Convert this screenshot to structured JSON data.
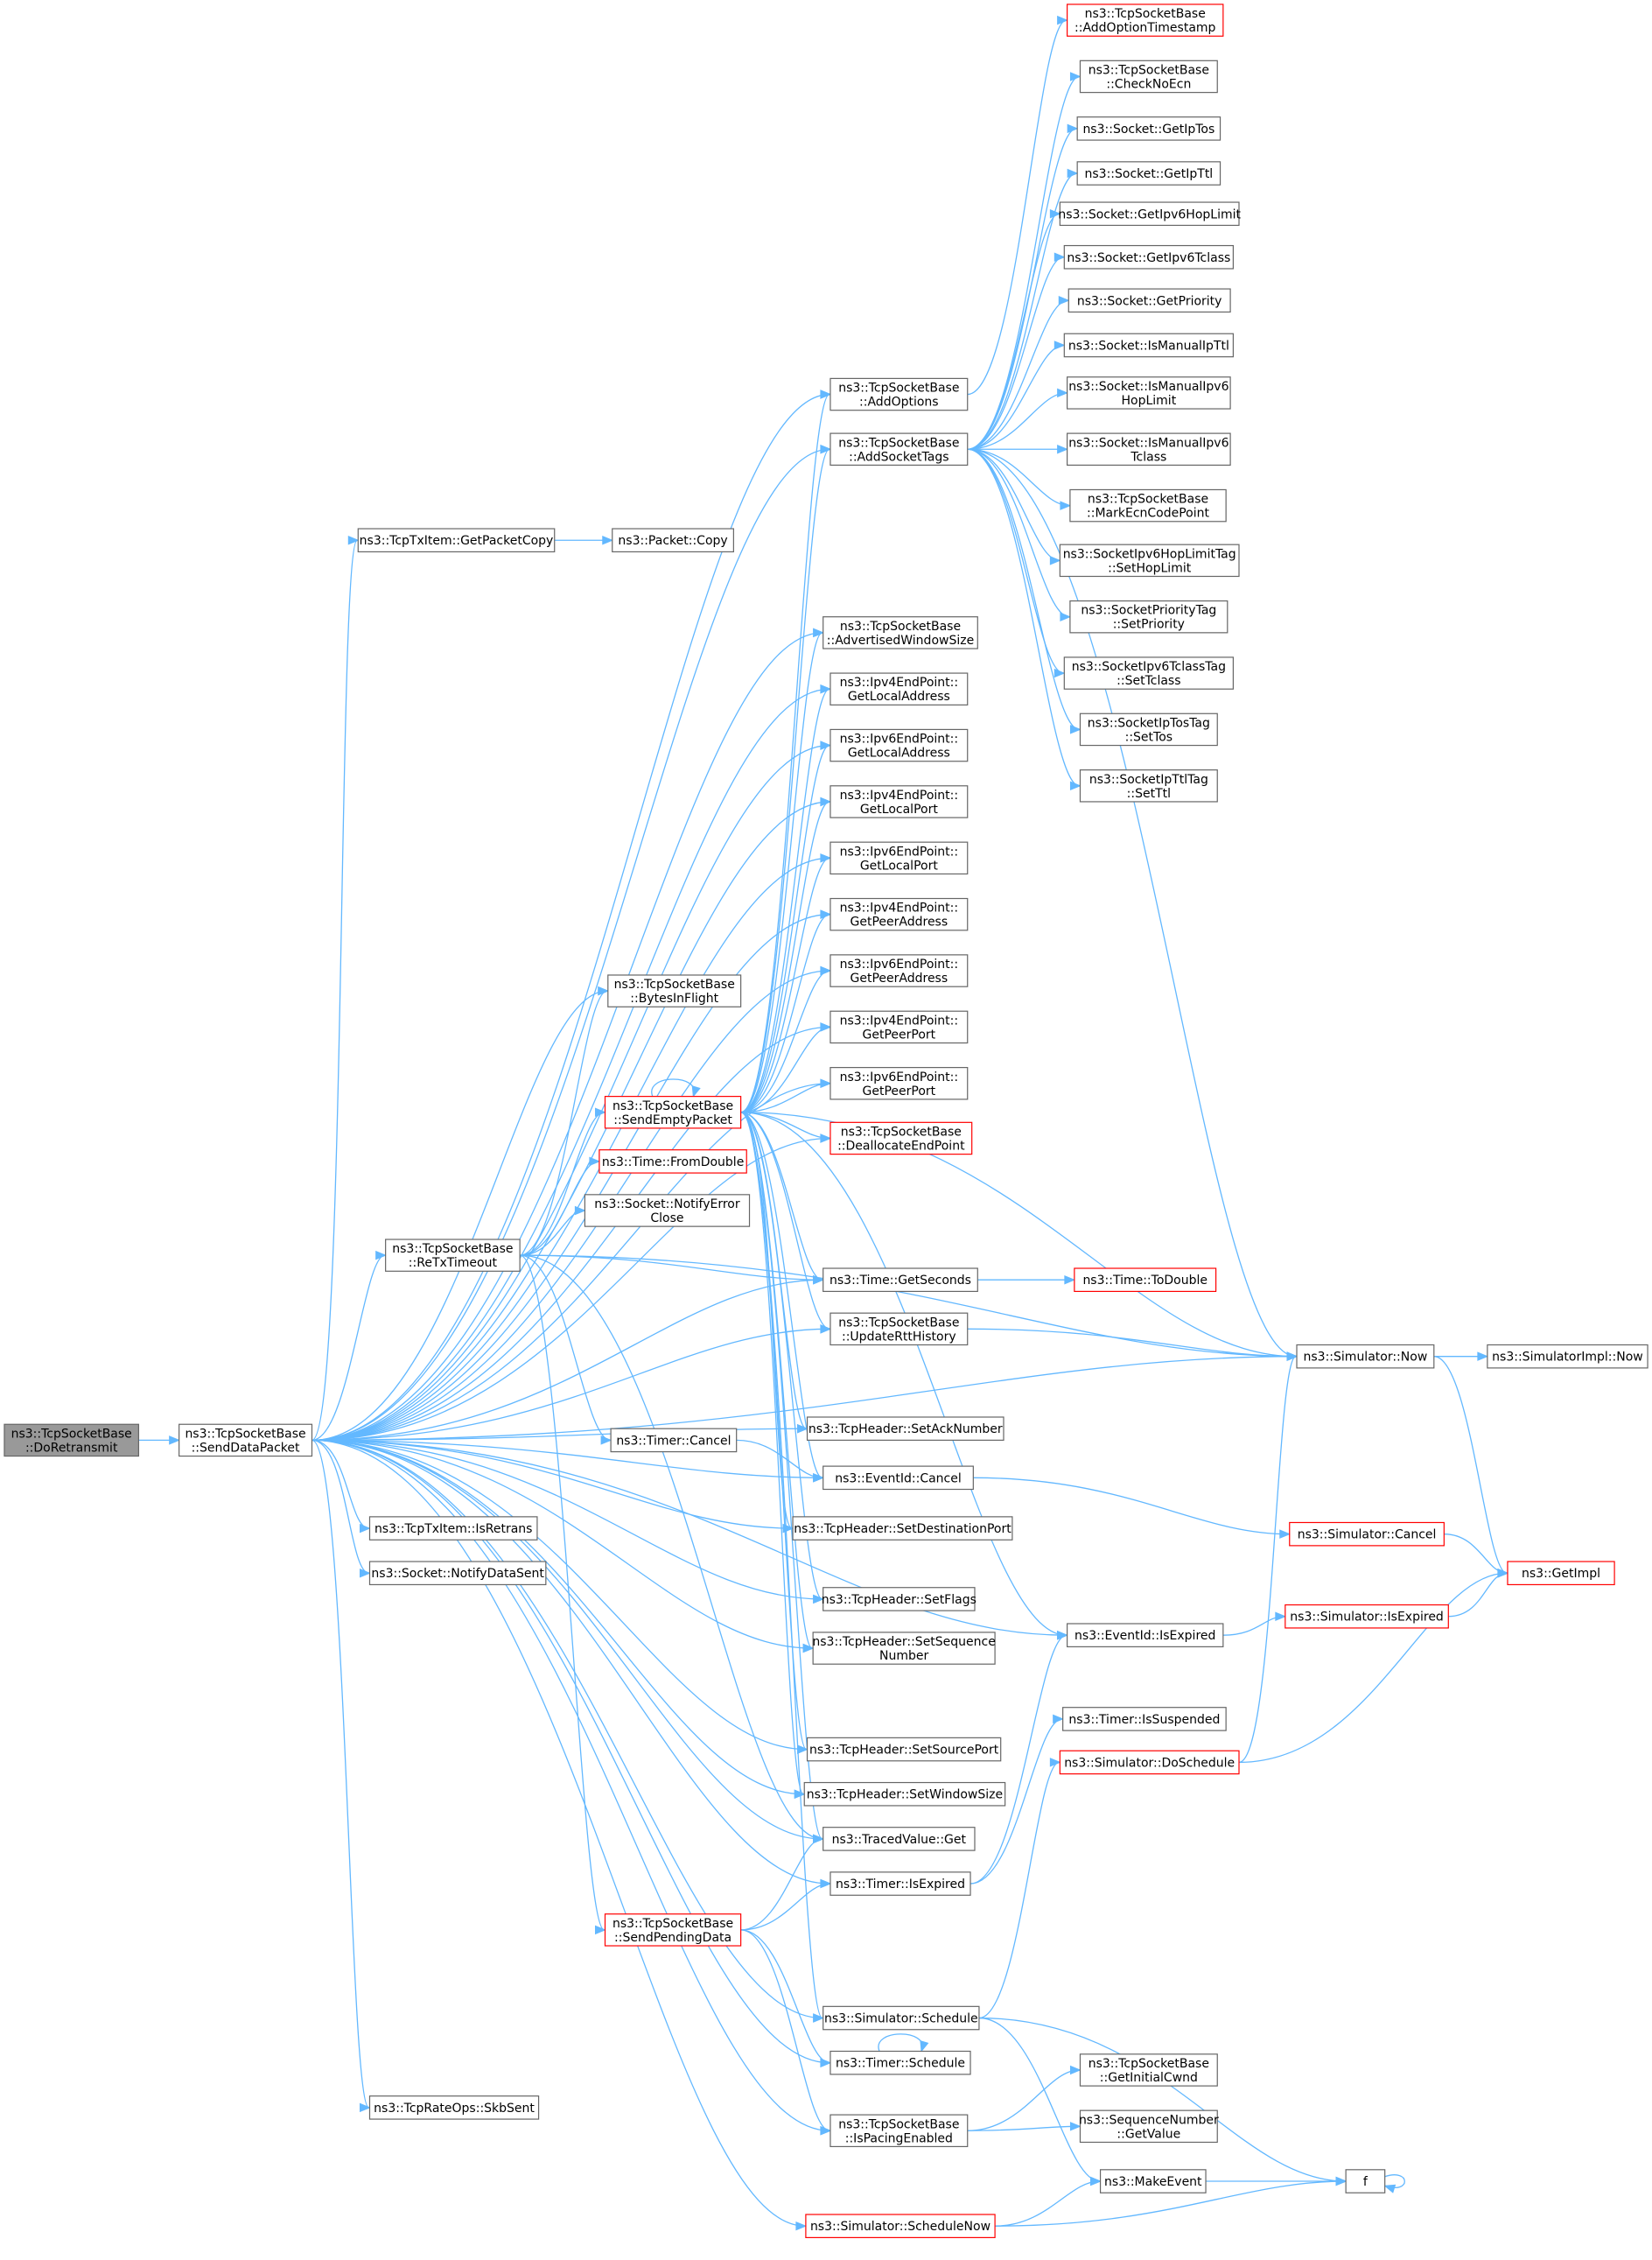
{
  "colors": {
    "node_fill": "#ffffff",
    "node_border": "#666666",
    "highlight_fill": "#999999",
    "highlight_border": "#666666",
    "truncated_border": "#ff0000",
    "edge": "#63b8ff"
  },
  "nodes": [
    {
      "id": "doRetransmit",
      "lines": [
        "ns3::TcpSocketBase",
        "::DoRetransmit"
      ],
      "style": "highlight"
    },
    {
      "id": "sendDataPacket",
      "lines": [
        "ns3::TcpSocketBase",
        "::SendDataPacket"
      ],
      "style": "normal"
    },
    {
      "id": "addOptions",
      "lines": [
        "ns3::TcpSocketBase",
        "::AddOptions"
      ],
      "style": "normal"
    },
    {
      "id": "addSocketTags",
      "lines": [
        "ns3::TcpSocketBase",
        "::AddSocketTags"
      ],
      "style": "normal"
    },
    {
      "id": "getPacketCopy",
      "lines": [
        "ns3::TcpTxItem::GetPacketCopy"
      ],
      "style": "normal"
    },
    {
      "id": "packetCopy",
      "lines": [
        "ns3::Packet::Copy"
      ],
      "style": "normal"
    },
    {
      "id": "advertisedWindowSize",
      "lines": [
        "ns3::TcpSocketBase",
        "::AdvertisedWindowSize"
      ],
      "style": "normal"
    },
    {
      "id": "ipv4GetLocalAddress",
      "lines": [
        "ns3::Ipv4EndPoint::",
        "GetLocalAddress"
      ],
      "style": "normal"
    },
    {
      "id": "ipv6GetLocalAddress",
      "lines": [
        "ns3::Ipv6EndPoint::",
        "GetLocalAddress"
      ],
      "style": "normal"
    },
    {
      "id": "ipv4GetLocalPort",
      "lines": [
        "ns3::Ipv4EndPoint::",
        "GetLocalPort"
      ],
      "style": "normal"
    },
    {
      "id": "ipv6GetLocalPort",
      "lines": [
        "ns3::Ipv6EndPoint::",
        "GetLocalPort"
      ],
      "style": "normal"
    },
    {
      "id": "ipv4GetPeerAddress",
      "lines": [
        "ns3::Ipv4EndPoint::",
        "GetPeerAddress"
      ],
      "style": "normal"
    },
    {
      "id": "ipv6GetPeerAddress",
      "lines": [
        "ns3::Ipv6EndPoint::",
        "GetPeerAddress"
      ],
      "style": "normal"
    },
    {
      "id": "ipv4GetPeerPort",
      "lines": [
        "ns3::Ipv4EndPoint::",
        "GetPeerPort"
      ],
      "style": "normal"
    },
    {
      "id": "ipv6GetPeerPort",
      "lines": [
        "ns3::Ipv6EndPoint::",
        "GetPeerPort"
      ],
      "style": "normal"
    },
    {
      "id": "bytesInFlight",
      "lines": [
        "ns3::TcpSocketBase",
        "::BytesInFlight"
      ],
      "style": "normal"
    },
    {
      "id": "sendEmptyPacket",
      "lines": [
        "ns3::TcpSocketBase",
        "::SendEmptyPacket"
      ],
      "style": "truncated"
    },
    {
      "id": "deallocateEndPoint",
      "lines": [
        "ns3::TcpSocketBase",
        "::DeallocateEndPoint"
      ],
      "style": "truncated"
    },
    {
      "id": "timeFromDouble",
      "lines": [
        "ns3::Time::FromDouble"
      ],
      "style": "truncated"
    },
    {
      "id": "notifyErrorClose",
      "lines": [
        "ns3::Socket::NotifyError",
        "Close"
      ],
      "style": "normal"
    },
    {
      "id": "reTxTimeout",
      "lines": [
        "ns3::TcpSocketBase",
        "::ReTxTimeout"
      ],
      "style": "normal"
    },
    {
      "id": "timeGetSeconds",
      "lines": [
        "ns3::Time::GetSeconds"
      ],
      "style": "normal"
    },
    {
      "id": "timeToDouble",
      "lines": [
        "ns3::Time::ToDouble"
      ],
      "style": "truncated"
    },
    {
      "id": "updateRttHistory",
      "lines": [
        "ns3::TcpSocketBase",
        "::UpdateRttHistory"
      ],
      "style": "normal"
    },
    {
      "id": "simulatorNow",
      "lines": [
        "ns3::Simulator::Now"
      ],
      "style": "normal"
    },
    {
      "id": "simulatorImplNow",
      "lines": [
        "ns3::SimulatorImpl::Now"
      ],
      "style": "normal"
    },
    {
      "id": "setAckNumber",
      "lines": [
        "ns3::TcpHeader::SetAckNumber"
      ],
      "style": "normal"
    },
    {
      "id": "timerCancel",
      "lines": [
        "ns3::Timer::Cancel"
      ],
      "style": "normal"
    },
    {
      "id": "eventIdCancel",
      "lines": [
        "ns3::EventId::Cancel"
      ],
      "style": "normal"
    },
    {
      "id": "simulatorCancel",
      "lines": [
        "ns3::Simulator::Cancel"
      ],
      "style": "truncated"
    },
    {
      "id": "getImpl",
      "lines": [
        "ns3::GetImpl"
      ],
      "style": "truncated"
    },
    {
      "id": "isRetrans",
      "lines": [
        "ns3::TcpTxItem::IsRetrans"
      ],
      "style": "normal"
    },
    {
      "id": "setDestinationPort",
      "lines": [
        "ns3::TcpHeader::SetDestinationPort"
      ],
      "style": "normal"
    },
    {
      "id": "notifyDataSent",
      "lines": [
        "ns3::Socket::NotifyDataSent"
      ],
      "style": "normal"
    },
    {
      "id": "simulatorIsExpired",
      "lines": [
        "ns3::Simulator::IsExpired"
      ],
      "style": "truncated"
    },
    {
      "id": "setFlags",
      "lines": [
        "ns3::TcpHeader::SetFlags"
      ],
      "style": "normal"
    },
    {
      "id": "eventIdIsExpired",
      "lines": [
        "ns3::EventId::IsExpired"
      ],
      "style": "normal"
    },
    {
      "id": "setSequenceNumber",
      "lines": [
        "ns3::TcpHeader::SetSequence",
        "Number"
      ],
      "style": "normal"
    },
    {
      "id": "timerIsSuspended",
      "lines": [
        "ns3::Timer::IsSuspended"
      ],
      "style": "normal"
    },
    {
      "id": "simulatorDoSchedule",
      "lines": [
        "ns3::Simulator::DoSchedule"
      ],
      "style": "truncated"
    },
    {
      "id": "setSourcePort",
      "lines": [
        "ns3::TcpHeader::SetSourcePort"
      ],
      "style": "normal"
    },
    {
      "id": "setWindowSize",
      "lines": [
        "ns3::TcpHeader::SetWindowSize"
      ],
      "style": "normal"
    },
    {
      "id": "tracedValueGet",
      "lines": [
        "ns3::TracedValue::Get"
      ],
      "style": "normal"
    },
    {
      "id": "timerIsExpired",
      "lines": [
        "ns3::Timer::IsExpired"
      ],
      "style": "normal"
    },
    {
      "id": "sendPendingData",
      "lines": [
        "ns3::TcpSocketBase",
        "::SendPendingData"
      ],
      "style": "truncated"
    },
    {
      "id": "simulatorSchedule",
      "lines": [
        "ns3::Simulator::Schedule"
      ],
      "style": "normal"
    },
    {
      "id": "getInitialCwnd",
      "lines": [
        "ns3::TcpSocketBase",
        "::GetInitialCwnd"
      ],
      "style": "normal"
    },
    {
      "id": "timerSchedule",
      "lines": [
        "ns3::Timer::Schedule"
      ],
      "style": "normal"
    },
    {
      "id": "skbSent",
      "lines": [
        "ns3::TcpRateOps::SkbSent"
      ],
      "style": "normal"
    },
    {
      "id": "isPacingEnabled",
      "lines": [
        "ns3::TcpSocketBase",
        "::IsPacingEnabled"
      ],
      "style": "normal"
    },
    {
      "id": "sequenceNumberGetValue",
      "lines": [
        "ns3::SequenceNumber",
        "::GetValue"
      ],
      "style": "normal"
    },
    {
      "id": "makeEvent",
      "lines": [
        "ns3::MakeEvent"
      ],
      "style": "normal"
    },
    {
      "id": "f",
      "lines": [
        "f"
      ],
      "style": "normal"
    },
    {
      "id": "scheduleNow",
      "lines": [
        "ns3::Simulator::ScheduleNow"
      ],
      "style": "truncated"
    },
    {
      "id": "addOptionTimestamp",
      "lines": [
        "ns3::TcpSocketBase",
        "::AddOptionTimestamp"
      ],
      "style": "truncated"
    },
    {
      "id": "checkNoEcn",
      "lines": [
        "ns3::TcpSocketBase",
        "::CheckNoEcn"
      ],
      "style": "normal"
    },
    {
      "id": "getIpTos",
      "lines": [
        "ns3::Socket::GetIpTos"
      ],
      "style": "normal"
    },
    {
      "id": "getIpTtl",
      "lines": [
        "ns3::Socket::GetIpTtl"
      ],
      "style": "normal"
    },
    {
      "id": "getIpv6HopLimit",
      "lines": [
        "ns3::Socket::GetIpv6HopLimit"
      ],
      "style": "normal"
    },
    {
      "id": "getIpv6Tclass",
      "lines": [
        "ns3::Socket::GetIpv6Tclass"
      ],
      "style": "normal"
    },
    {
      "id": "getPriority",
      "lines": [
        "ns3::Socket::GetPriority"
      ],
      "style": "normal"
    },
    {
      "id": "isManualIpTtl",
      "lines": [
        "ns3::Socket::IsManualIpTtl"
      ],
      "style": "normal"
    },
    {
      "id": "isManualIpv6HopLimit",
      "lines": [
        "ns3::Socket::IsManualIpv6",
        "HopLimit"
      ],
      "style": "normal"
    },
    {
      "id": "isManualIpv6Tclass",
      "lines": [
        "ns3::Socket::IsManualIpv6",
        "Tclass"
      ],
      "style": "normal"
    },
    {
      "id": "markEcnCodePoint",
      "lines": [
        "ns3::TcpSocketBase",
        "::MarkEcnCodePoint"
      ],
      "style": "normal"
    },
    {
      "id": "setHopLimit",
      "lines": [
        "ns3::SocketIpv6HopLimitTag",
        "::SetHopLimit"
      ],
      "style": "normal"
    },
    {
      "id": "setPriority",
      "lines": [
        "ns3::SocketPriorityTag",
        "::SetPriority"
      ],
      "style": "normal"
    },
    {
      "id": "setTclass",
      "lines": [
        "ns3::SocketIpv6TclassTag",
        "::SetTclass"
      ],
      "style": "normal"
    },
    {
      "id": "setTos",
      "lines": [
        "ns3::SocketIpTosTag",
        "::SetTos"
      ],
      "style": "normal"
    },
    {
      "id": "setTtl",
      "lines": [
        "ns3::SocketIpTtlTag",
        "::SetTtl"
      ],
      "style": "normal"
    }
  ],
  "edges": [
    [
      "doRetransmit",
      "sendDataPacket"
    ],
    [
      "sendDataPacket",
      "addOptions"
    ],
    [
      "sendDataPacket",
      "addSocketTags"
    ],
    [
      "sendDataPacket",
      "getPacketCopy"
    ],
    [
      "sendDataPacket",
      "advertisedWindowSize"
    ],
    [
      "sendDataPacket",
      "ipv4GetLocalAddress"
    ],
    [
      "sendDataPacket",
      "ipv6GetLocalAddress"
    ],
    [
      "sendDataPacket",
      "ipv4GetLocalPort"
    ],
    [
      "sendDataPacket",
      "ipv6GetLocalPort"
    ],
    [
      "sendDataPacket",
      "ipv4GetPeerAddress"
    ],
    [
      "sendDataPacket",
      "ipv6GetPeerAddress"
    ],
    [
      "sendDataPacket",
      "ipv4GetPeerPort"
    ],
    [
      "sendDataPacket",
      "ipv6GetPeerPort"
    ],
    [
      "sendDataPacket",
      "bytesInFlight"
    ],
    [
      "sendDataPacket",
      "deallocateEndPoint"
    ],
    [
      "sendDataPacket",
      "reTxTimeout"
    ],
    [
      "sendDataPacket",
      "timeGetSeconds"
    ],
    [
      "sendDataPacket",
      "updateRttHistory"
    ],
    [
      "sendDataPacket",
      "simulatorNow"
    ],
    [
      "sendDataPacket",
      "setAckNumber"
    ],
    [
      "sendDataPacket",
      "eventIdCancel"
    ],
    [
      "sendDataPacket",
      "isRetrans"
    ],
    [
      "sendDataPacket",
      "notifyDataSent"
    ],
    [
      "sendDataPacket",
      "setDestinationPort"
    ],
    [
      "sendDataPacket",
      "setFlags"
    ],
    [
      "sendDataPacket",
      "setSequenceNumber"
    ],
    [
      "sendDataPacket",
      "eventIdIsExpired"
    ],
    [
      "sendDataPacket",
      "setSourcePort"
    ],
    [
      "sendDataPacket",
      "setWindowSize"
    ],
    [
      "sendDataPacket",
      "tracedValueGet"
    ],
    [
      "sendDataPacket",
      "timerIsExpired"
    ],
    [
      "sendDataPacket",
      "simulatorSchedule"
    ],
    [
      "sendDataPacket",
      "timerSchedule"
    ],
    [
      "sendDataPacket",
      "skbSent"
    ],
    [
      "sendDataPacket",
      "isPacingEnabled"
    ],
    [
      "sendDataPacket",
      "scheduleNow"
    ],
    [
      "getPacketCopy",
      "packetCopy"
    ],
    [
      "addOptions",
      "addOptionTimestamp"
    ],
    [
      "addSocketTags",
      "checkNoEcn"
    ],
    [
      "addSocketTags",
      "getIpTos"
    ],
    [
      "addSocketTags",
      "getIpTtl"
    ],
    [
      "addSocketTags",
      "getIpv6HopLimit"
    ],
    [
      "addSocketTags",
      "getIpv6Tclass"
    ],
    [
      "addSocketTags",
      "getPriority"
    ],
    [
      "addSocketTags",
      "isManualIpTtl"
    ],
    [
      "addSocketTags",
      "isManualIpv6HopLimit"
    ],
    [
      "addSocketTags",
      "isManualIpv6Tclass"
    ],
    [
      "addSocketTags",
      "markEcnCodePoint"
    ],
    [
      "addSocketTags",
      "setHopLimit"
    ],
    [
      "addSocketTags",
      "setPriority"
    ],
    [
      "addSocketTags",
      "setTclass"
    ],
    [
      "addSocketTags",
      "setTos"
    ],
    [
      "addSocketTags",
      "setTtl"
    ],
    [
      "addSocketTags",
      "simulatorNow"
    ],
    [
      "reTxTimeout",
      "bytesInFlight"
    ],
    [
      "reTxTimeout",
      "sendEmptyPacket"
    ],
    [
      "reTxTimeout",
      "timeFromDouble"
    ],
    [
      "reTxTimeout",
      "notifyErrorClose"
    ],
    [
      "reTxTimeout",
      "timeGetSeconds"
    ],
    [
      "reTxTimeout",
      "simulatorNow"
    ],
    [
      "reTxTimeout",
      "timerCancel"
    ],
    [
      "reTxTimeout",
      "tracedValueGet"
    ],
    [
      "reTxTimeout",
      "sendPendingData"
    ],
    [
      "sendEmptyPacket",
      "sendEmptyPacket"
    ],
    [
      "sendEmptyPacket",
      "addOptions"
    ],
    [
      "sendEmptyPacket",
      "addSocketTags"
    ],
    [
      "sendEmptyPacket",
      "advertisedWindowSize"
    ],
    [
      "sendEmptyPacket",
      "ipv4GetLocalAddress"
    ],
    [
      "sendEmptyPacket",
      "ipv6GetLocalAddress"
    ],
    [
      "sendEmptyPacket",
      "ipv4GetLocalPort"
    ],
    [
      "sendEmptyPacket",
      "ipv6GetLocalPort"
    ],
    [
      "sendEmptyPacket",
      "ipv4GetPeerAddress"
    ],
    [
      "sendEmptyPacket",
      "ipv6GetPeerAddress"
    ],
    [
      "sendEmptyPacket",
      "ipv4GetPeerPort"
    ],
    [
      "sendEmptyPacket",
      "ipv6GetPeerPort"
    ],
    [
      "sendEmptyPacket",
      "deallocateEndPoint"
    ],
    [
      "sendEmptyPacket",
      "timeGetSeconds"
    ],
    [
      "sendEmptyPacket",
      "updateRttHistory"
    ],
    [
      "sendEmptyPacket",
      "simulatorNow"
    ],
    [
      "sendEmptyPacket",
      "setAckNumber"
    ],
    [
      "sendEmptyPacket",
      "eventIdCancel"
    ],
    [
      "sendEmptyPacket",
      "setDestinationPort"
    ],
    [
      "sendEmptyPacket",
      "setFlags"
    ],
    [
      "sendEmptyPacket",
      "setSequenceNumber"
    ],
    [
      "sendEmptyPacket",
      "eventIdIsExpired"
    ],
    [
      "sendEmptyPacket",
      "setSourcePort"
    ],
    [
      "sendEmptyPacket",
      "setWindowSize"
    ],
    [
      "sendEmptyPacket",
      "tracedValueGet"
    ],
    [
      "sendEmptyPacket",
      "simulatorSchedule"
    ],
    [
      "timeGetSeconds",
      "timeToDouble"
    ],
    [
      "updateRttHistory",
      "simulatorNow"
    ],
    [
      "simulatorNow",
      "simulatorImplNow"
    ],
    [
      "simulatorNow",
      "getImpl"
    ],
    [
      "timerCancel",
      "eventIdCancel"
    ],
    [
      "eventIdCancel",
      "simulatorCancel"
    ],
    [
      "simulatorCancel",
      "getImpl"
    ],
    [
      "eventIdIsExpired",
      "simulatorIsExpired"
    ],
    [
      "simulatorIsExpired",
      "getImpl"
    ],
    [
      "simulatorDoSchedule",
      "simulatorNow"
    ],
    [
      "simulatorDoSchedule",
      "getImpl"
    ],
    [
      "timerIsExpired",
      "eventIdIsExpired"
    ],
    [
      "timerIsExpired",
      "timerIsSuspended"
    ],
    [
      "sendPendingData",
      "tracedValueGet"
    ],
    [
      "sendPendingData",
      "timerIsExpired"
    ],
    [
      "sendPendingData",
      "timerSchedule"
    ],
    [
      "sendPendingData",
      "isPacingEnabled"
    ],
    [
      "simulatorSchedule",
      "simulatorDoSchedule"
    ],
    [
      "simulatorSchedule",
      "makeEvent"
    ],
    [
      "simulatorSchedule",
      "f"
    ],
    [
      "timerSchedule",
      "timerSchedule"
    ],
    [
      "isPacingEnabled",
      "getInitialCwnd"
    ],
    [
      "isPacingEnabled",
      "sequenceNumberGetValue"
    ],
    [
      "makeEvent",
      "f"
    ],
    [
      "f",
      "f"
    ],
    [
      "scheduleNow",
      "makeEvent"
    ],
    [
      "scheduleNow",
      "f"
    ]
  ]
}
